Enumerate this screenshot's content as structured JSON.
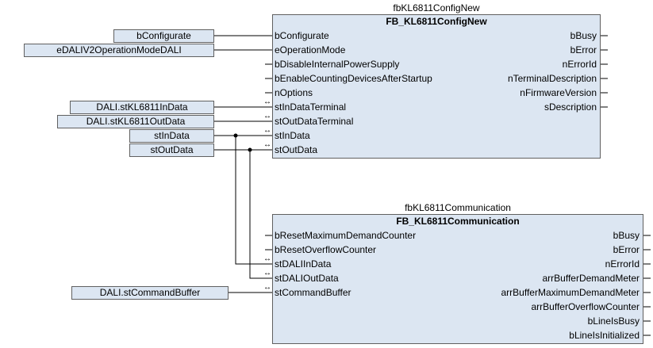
{
  "fb1": {
    "instance": "fbKL6811ConfigNew",
    "type": "FB_KL6811ConfigNew",
    "inputs": [
      "bConfigurate",
      "eOperationMode",
      "bDisableInternalPowerSupply",
      "bEnableCountingDevicesAfterStartup",
      "nOptions",
      "stInDataTerminal",
      "stOutDataTerminal",
      "stInData",
      "stOutData"
    ],
    "outputs": [
      "bBusy",
      "bError",
      "nErrorId",
      "nTerminalDescription",
      "nFirmwareVersion",
      "sDescription"
    ],
    "variables": [
      "bConfigurate",
      "eDALIV2OperationModeDALI",
      "DALI.stKL6811InData",
      "DALI.stKL6811OutData",
      "stInData",
      "stOutData"
    ]
  },
  "fb2": {
    "instance": "fbKL6811Communication",
    "type": "FB_KL6811Communication",
    "inputs": [
      "bResetMaximumDemandCounter",
      "bResetOverflowCounter",
      "stDALIInData",
      "stDALIOutData",
      "stCommandBuffer"
    ],
    "outputs": [
      "bBusy",
      "bError",
      "nErrorId",
      "arrBufferDemandMeter",
      "arrBufferMaximumDemandMeter",
      "arrBufferOverflowCounter",
      "bLineIsBusy",
      "bLineIsInitialized"
    ],
    "variables": [
      "DALI.stCommandBuffer"
    ]
  },
  "inout_glyph": "↔"
}
